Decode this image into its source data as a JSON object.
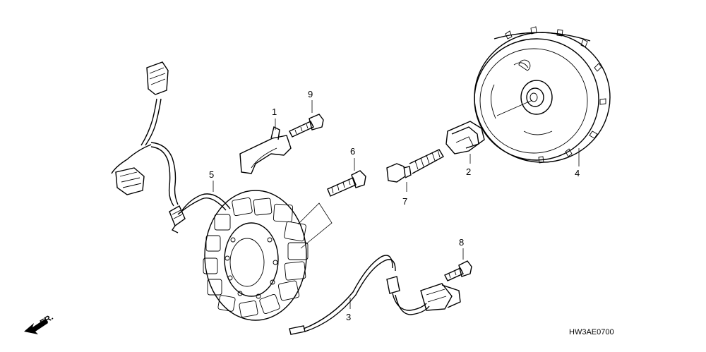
{
  "callouts": {
    "p1": "1",
    "p2": "2",
    "p3": "3",
    "p4": "4",
    "p5": "5",
    "p6": "6",
    "p7": "7",
    "p8": "8",
    "p9": "9"
  },
  "direction_label": "FR.",
  "diagram_code": "HW3AE0700",
  "icons": {
    "direction": "arrow-down-left-icon"
  }
}
